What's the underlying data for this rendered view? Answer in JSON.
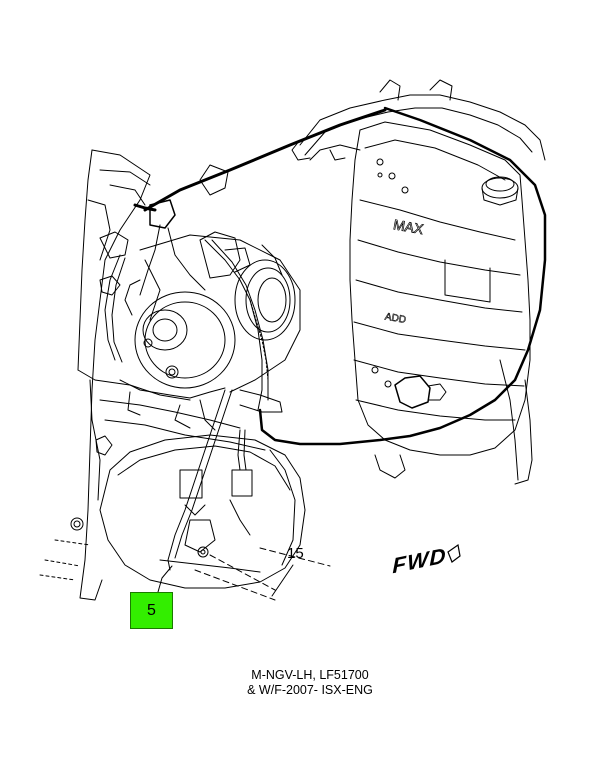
{
  "diagram": {
    "callouts": [
      {
        "id": "callout-5",
        "label": "5"
      },
      {
        "id": "callout-15",
        "label": "15"
      }
    ],
    "direction_label": "FWD",
    "tank_marks": [
      "MAX",
      "ADD"
    ],
    "caption_lines": [
      "M-NGV-LH, LF51700",
      "& W/F-2007- ISX-ENG"
    ],
    "colors": {
      "callout_fill": "#33ee00",
      "line": "#000000",
      "background": "#ffffff"
    }
  }
}
